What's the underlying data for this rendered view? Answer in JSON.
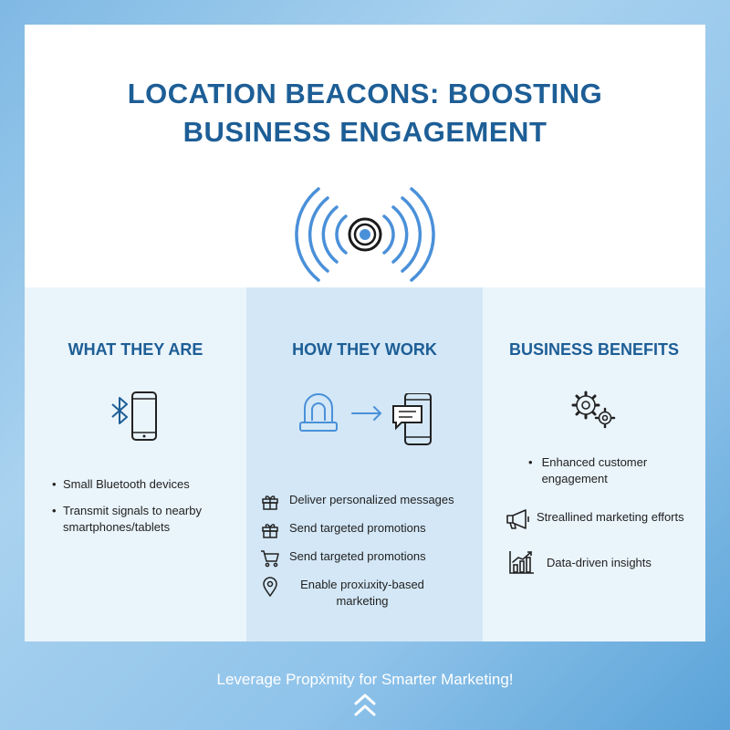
{
  "title_line1": "LOCATION BEACONS: BOOSTING",
  "title_line2": "BUSINESS ENGAGEMENT",
  "icons": {
    "hero": "beacon-signal-icon",
    "what": [
      "bluetooth-icon",
      "smartphone-icon"
    ],
    "how": [
      "beacon-device-icon",
      "arrow-right-icon",
      "phone-message-icon"
    ],
    "benefits": [
      "gears-icon"
    ]
  },
  "columns": {
    "what": {
      "heading": "WHAT THEY ARE",
      "bullets": [
        "Small Bluetooth devices",
        "Transmit signals to nearby smartphones/tablets"
      ]
    },
    "how": {
      "heading": "HOW THEY WORK",
      "items": [
        {
          "text": "Deliver personalized messages",
          "icon": "gift-icon"
        },
        {
          "text": "Send targeted promotions",
          "icon": "gift-icon"
        },
        {
          "text": "Send targeted promotions",
          "icon": "cart-icon"
        },
        {
          "text": "Enable proxiɹxity-based marketing",
          "icon": "location-pin-icon"
        }
      ]
    },
    "benefits": {
      "heading": "BUSINESS BENEFITS",
      "bullet": "Enhanced customer engagement",
      "items": [
        {
          "text": "Streallined marketing efforts",
          "icon": "megaphone-icon"
        },
        {
          "text": "Data-driven insights",
          "icon": "bar-chart-icon"
        }
      ]
    }
  },
  "footer": "Leverage Propx́mity for Smarter Marketing!",
  "footer_icon": "double-chevron-up-icon",
  "colors": {
    "heading": "#1d5e96",
    "accent": "#4a90d9",
    "icon_stroke": "#222222",
    "panel_light": "#eaf4fb",
    "panel_mid": "#d3e7f6"
  }
}
